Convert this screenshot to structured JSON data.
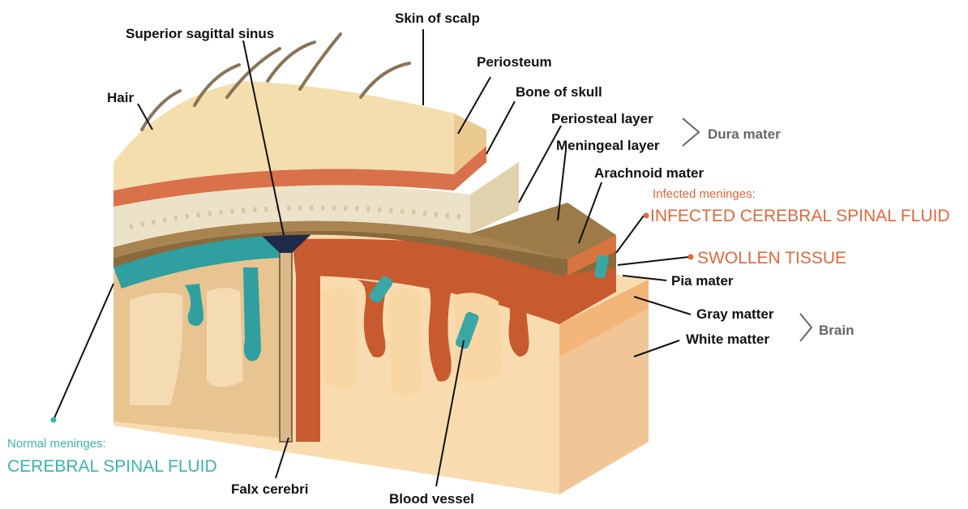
{
  "labels": {
    "skin_of_scalp": "Skin of scalp",
    "superior_sagittal_sinus": "Superior sagittal sinus",
    "periosteum": "Periosteum",
    "hair": "Hair",
    "bone_of_skull": "Bone of skull",
    "periosteal_layer": "Periosteal layer",
    "meningeal_layer": "Meningeal layer",
    "dura_mater": "Dura mater",
    "arachnoid_mater": "Arachnoid mater",
    "pia_mater": "Pia mater",
    "gray_matter": "Gray matter",
    "white_matter": "White matter",
    "brain": "Brain",
    "falx_cerebri": "Falx cerebri",
    "blood_vessel": "Blood vessel"
  },
  "infected": {
    "heading": "Infected meninges:",
    "csf": "INFECTED CEREBRAL SPINAL FLUID",
    "swollen": "SWOLLEN TISSUE"
  },
  "normal": {
    "heading": "Normal meninges:",
    "csf": "CEREBRAL SPINAL FLUID"
  },
  "colors": {
    "infected_accent": "#e2673a",
    "normal_accent": "#3bb3b0",
    "label_text": "#111111",
    "group_text": "#666666"
  }
}
